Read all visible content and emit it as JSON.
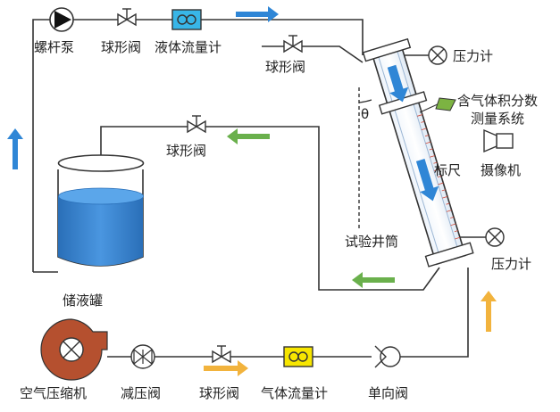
{
  "labels": {
    "screw_pump": "螺杆泵",
    "ball_valve_top1": "球形阀",
    "liquid_flowmeter": "液体流量计",
    "ball_valve_top2": "球形阀",
    "pressure_gauge_top": "压力计",
    "void_fraction_line1": "含气体积分数",
    "void_fraction_line2": "测量系统",
    "theta": "θ",
    "ball_valve_mid": "球形阀",
    "scale": "标尺",
    "camera": "摄像机",
    "test_wellbore": "试验井筒",
    "pressure_gauge_bottom": "压力计",
    "storage_tank": "储液罐",
    "air_compressor": "空气压缩机",
    "pressure_reducing_valve": "减压阀",
    "ball_valve_bottom": "球形阀",
    "gas_flowmeter": "气体流量计",
    "check_valve": "单向阀"
  },
  "colors": {
    "liquid_arrow": "#2f86d6",
    "return_arrow": "#6ab04c",
    "gas_arrow": "#f2b33d",
    "tank_water": "#2f78c4",
    "compressor": "#b5502f",
    "liquid_meter": "#38b6e8",
    "gas_meter": "#f7e600"
  }
}
